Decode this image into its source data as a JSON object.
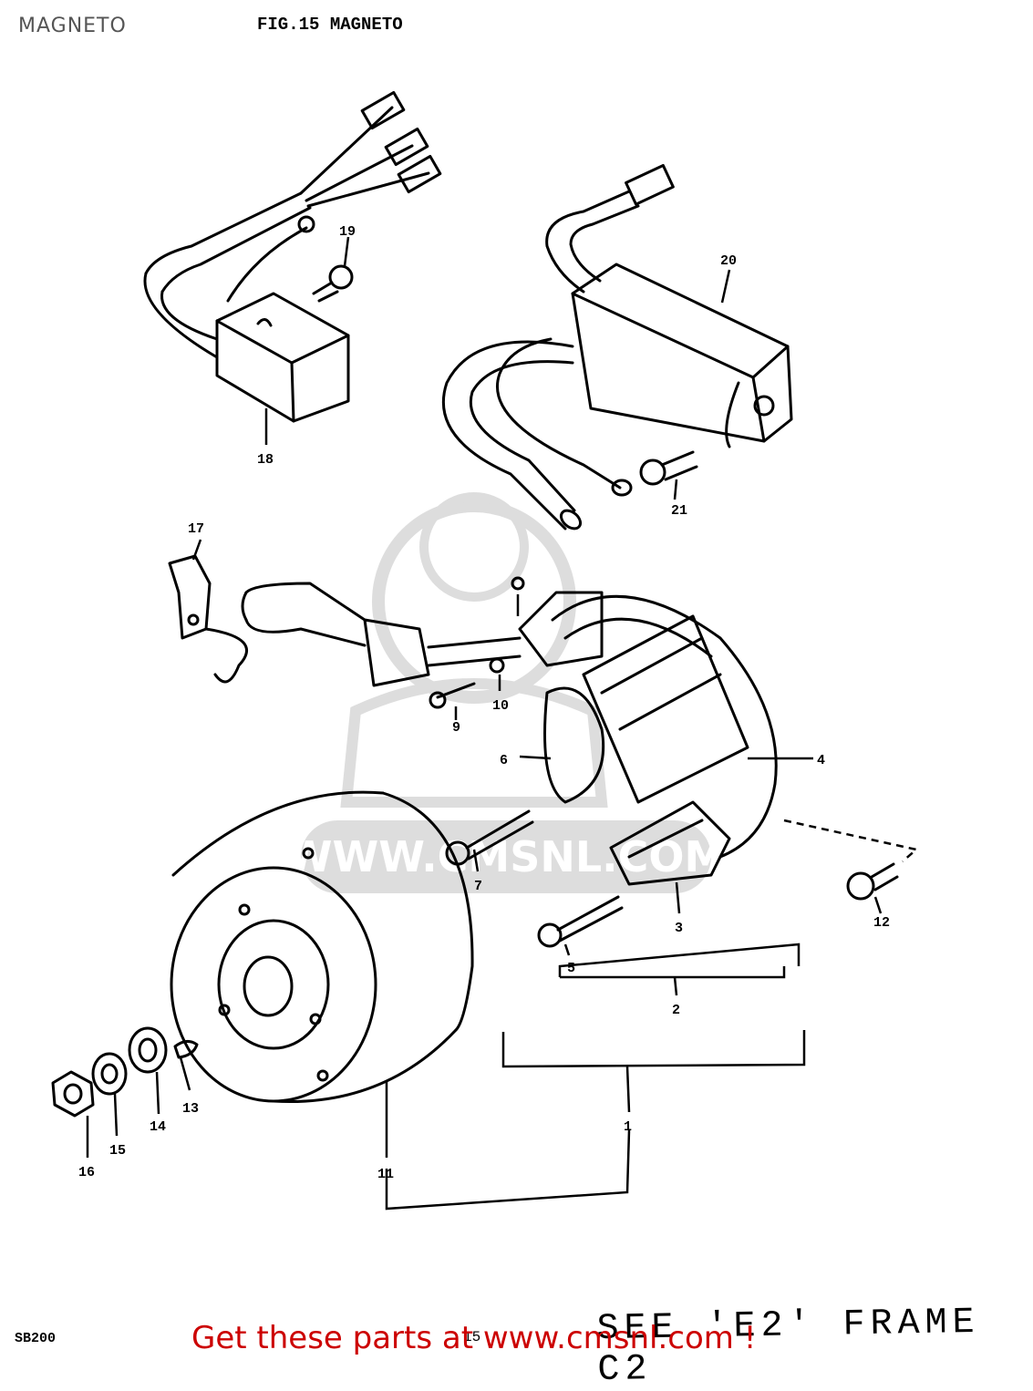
{
  "header": {
    "page_label": "MAGNETO",
    "figure_title": "FIG.15  MAGNETO"
  },
  "watermark": {
    "text": "WWW.CMSNL.COM",
    "color": "#dddddd"
  },
  "callouts": [
    {
      "id": "1",
      "label": "1"
    },
    {
      "id": "2",
      "label": "2"
    },
    {
      "id": "3",
      "label": "3"
    },
    {
      "id": "4",
      "label": "4"
    },
    {
      "id": "5",
      "label": "5"
    },
    {
      "id": "6",
      "label": "6"
    },
    {
      "id": "7",
      "label": "7"
    },
    {
      "id": "9",
      "label": "9"
    },
    {
      "id": "10",
      "label": "10"
    },
    {
      "id": "11",
      "label": "11"
    },
    {
      "id": "12",
      "label": "12"
    },
    {
      "id": "13",
      "label": "13"
    },
    {
      "id": "14",
      "label": "14"
    },
    {
      "id": "15",
      "label": "15"
    },
    {
      "id": "16",
      "label": "16"
    },
    {
      "id": "17",
      "label": "17"
    },
    {
      "id": "18",
      "label": "18"
    },
    {
      "id": "19",
      "label": "19"
    },
    {
      "id": "20",
      "label": "20"
    },
    {
      "id": "21",
      "label": "21"
    }
  ],
  "footer": {
    "model_code": "SB200",
    "page_number": "15",
    "see_note": "SEE 'E2' FRAME C2",
    "cta_text": "Get these parts at www.cmsnl.com !",
    "cta_color": "#cc0000"
  }
}
